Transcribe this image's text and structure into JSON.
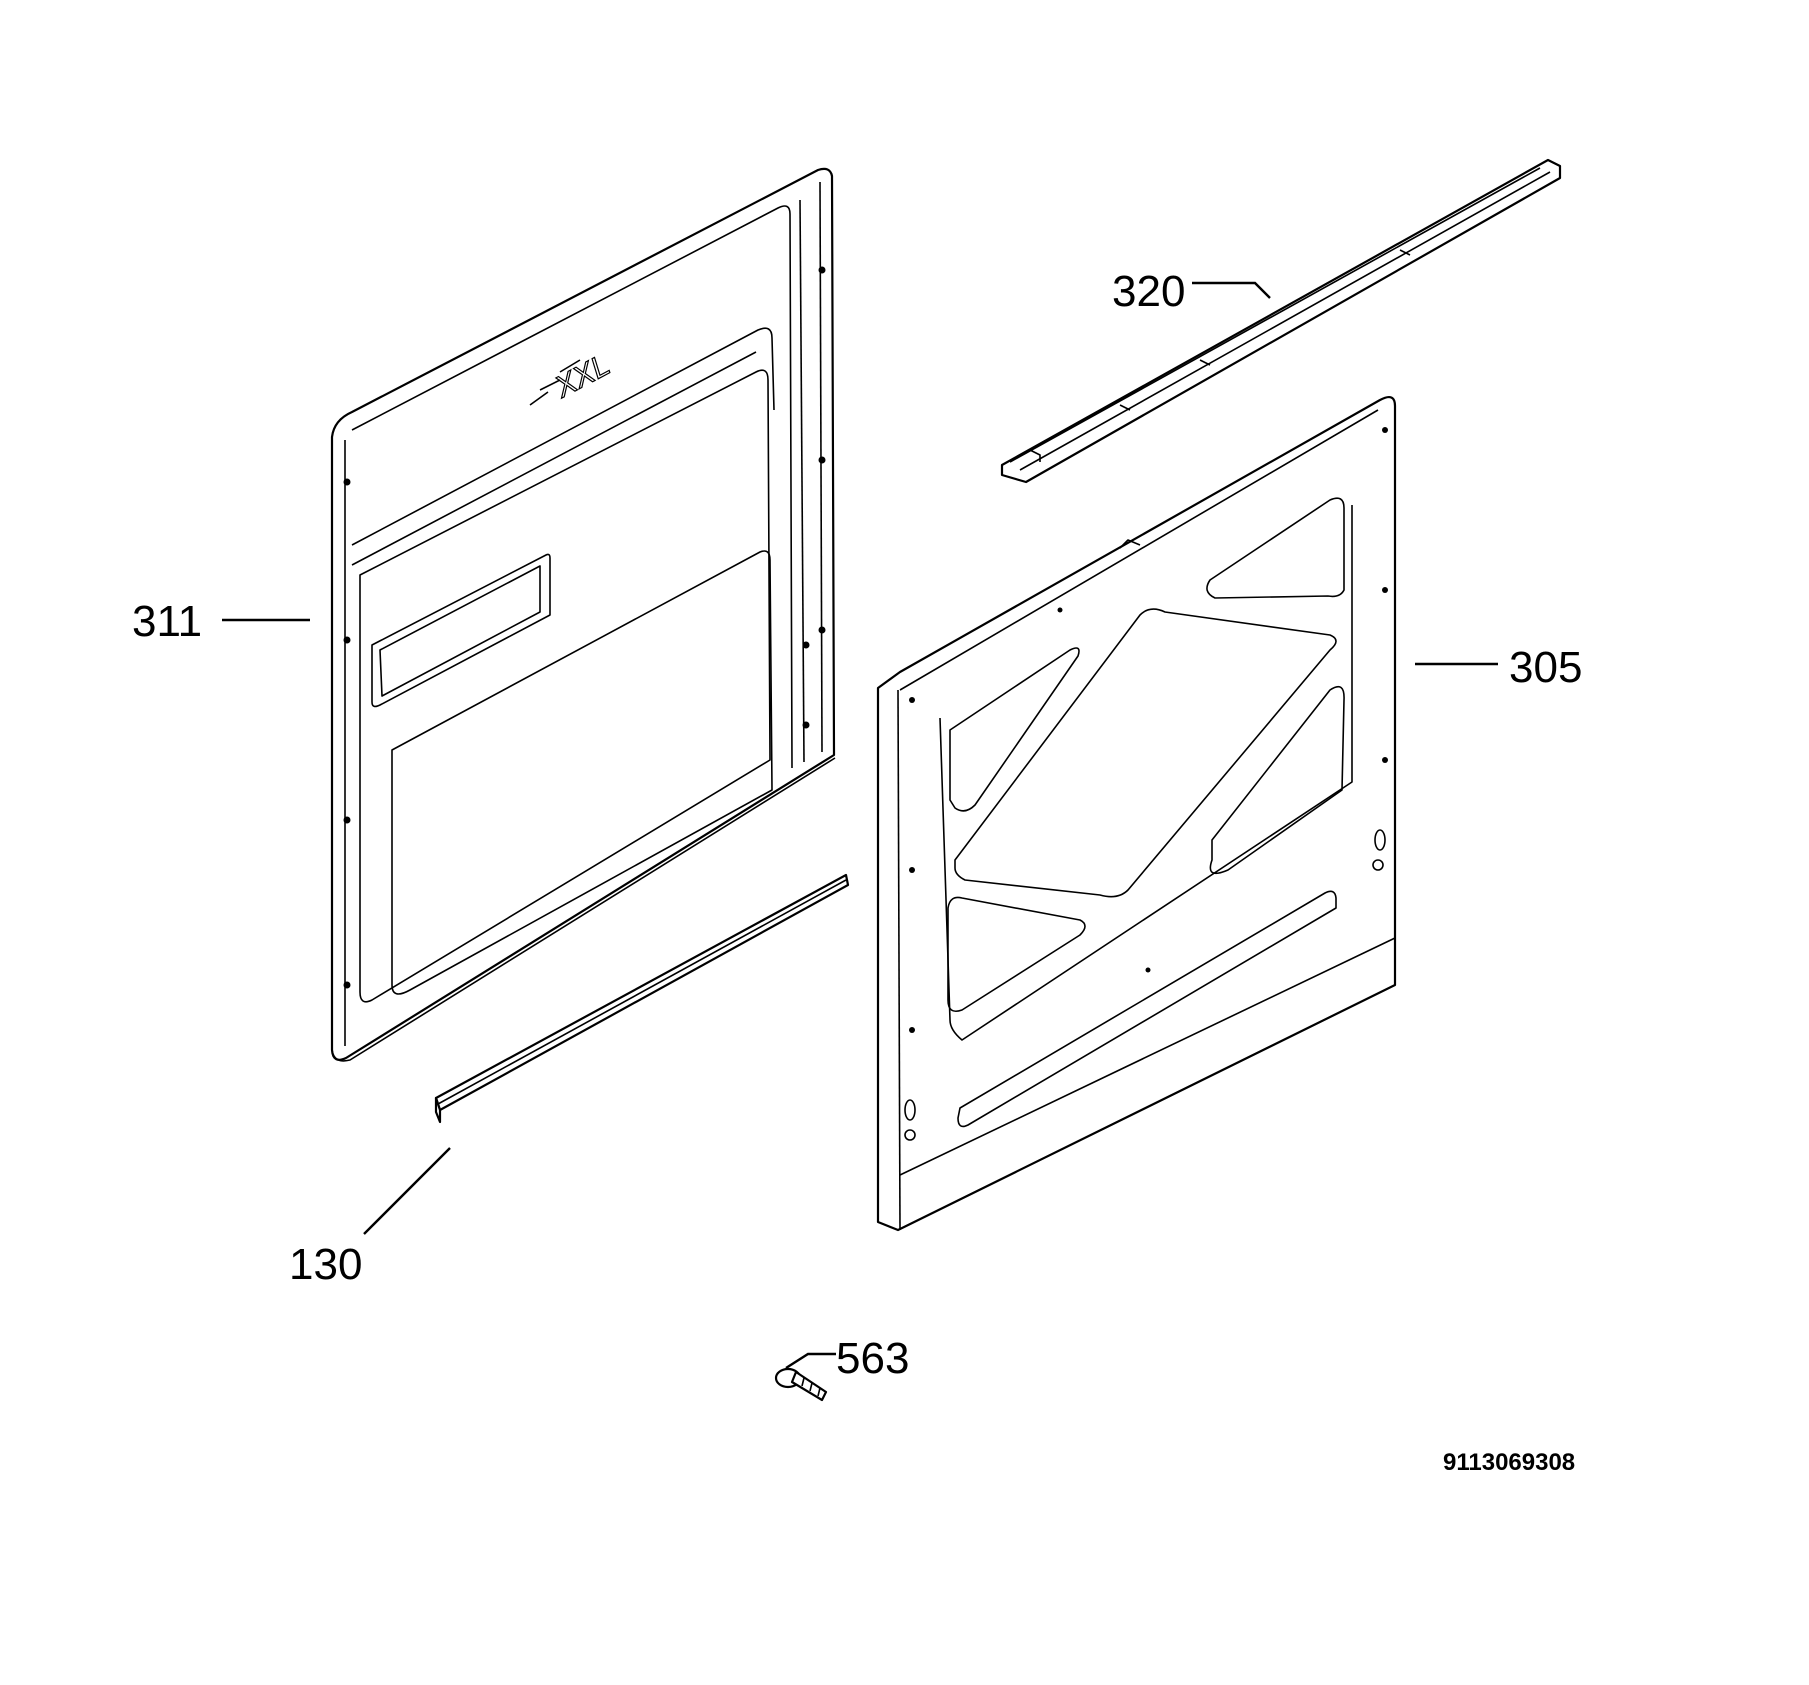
{
  "diagram": {
    "callouts": [
      {
        "id": "311",
        "label": "311"
      },
      {
        "id": "320",
        "label": "320"
      },
      {
        "id": "305",
        "label": "305"
      },
      {
        "id": "130",
        "label": "130"
      },
      {
        "id": "563",
        "label": "563"
      }
    ],
    "embossed_text": "XXL",
    "document_number": "9113069308"
  }
}
